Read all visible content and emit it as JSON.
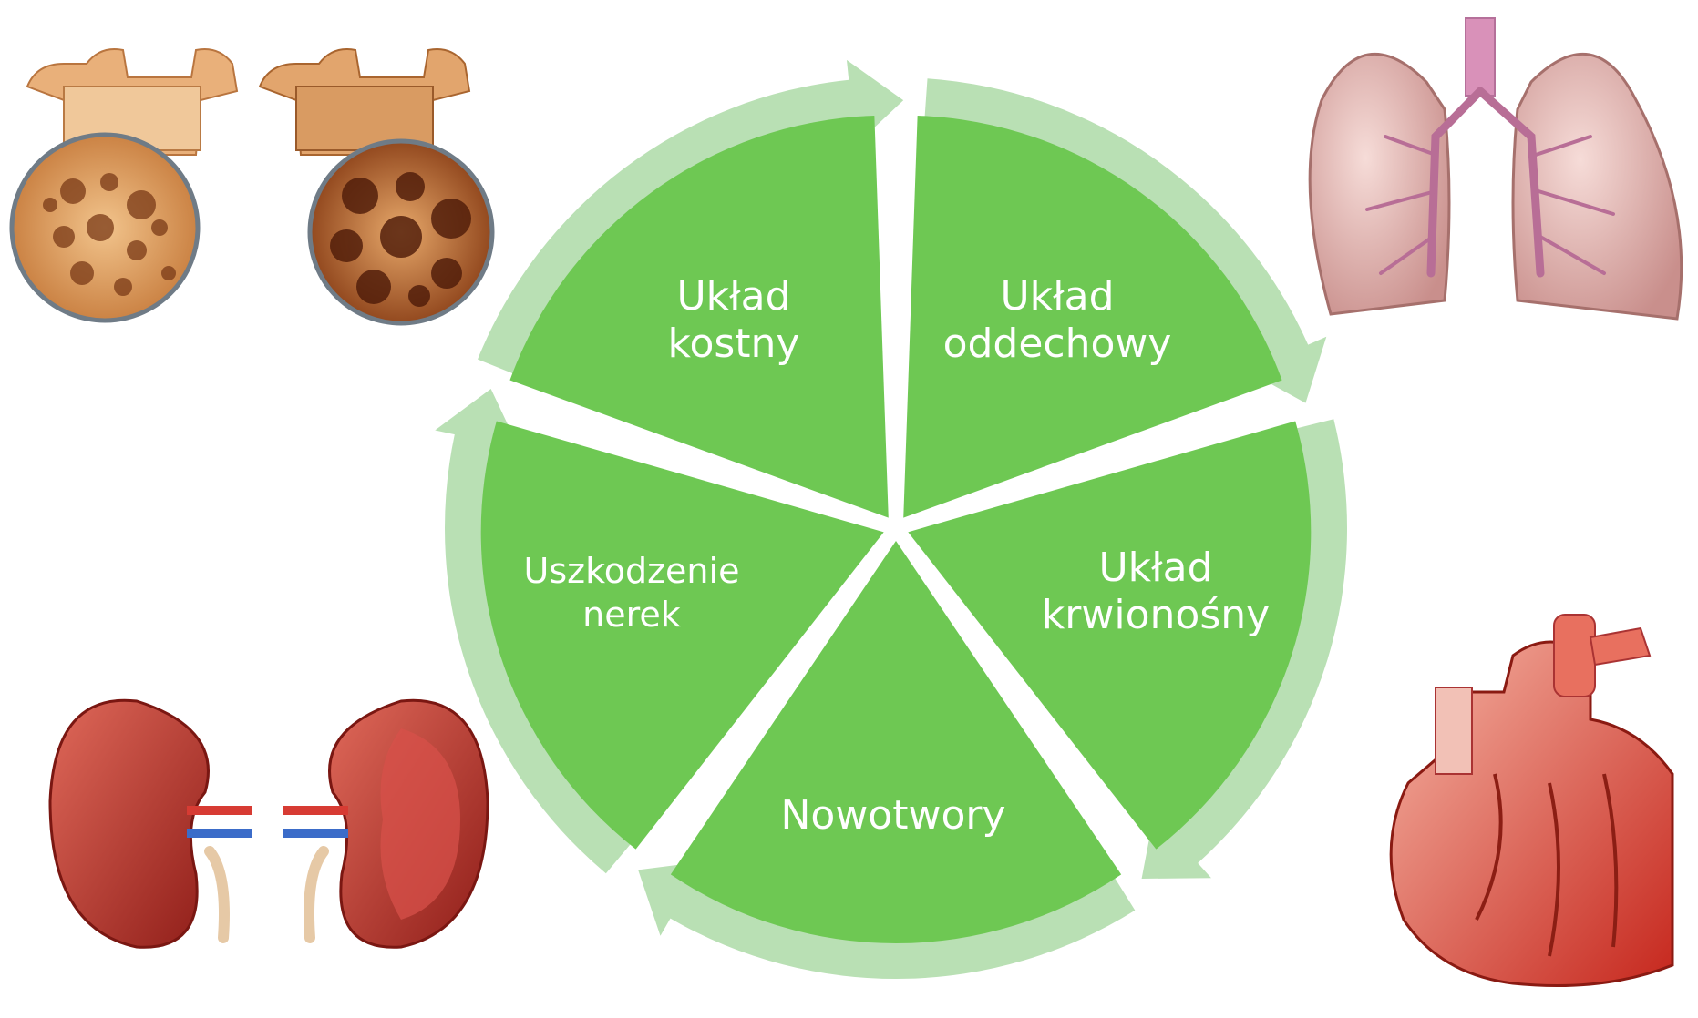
{
  "colors": {
    "segment_fill": "#6ec853",
    "ring_arrow": "#b9e0b4",
    "label_text": "#ffffff"
  },
  "segments": [
    {
      "id": "bone",
      "line1": "Układ",
      "line2": "kostny"
    },
    {
      "id": "respiratory",
      "line1": "Układ",
      "line2": "oddechowy"
    },
    {
      "id": "circulatory",
      "line1": "Układ",
      "line2": "krwionośny"
    },
    {
      "id": "cancer",
      "line1": "Nowotwory",
      "line2": ""
    },
    {
      "id": "kidney",
      "line1": "Uszkodzenie",
      "line2": "nerek"
    }
  ],
  "illustrations": [
    {
      "name": "bone-illustration",
      "icon": "bone-tissue-icon"
    },
    {
      "name": "lungs-illustration",
      "icon": "lungs-icon"
    },
    {
      "name": "kidneys-illustration",
      "icon": "kidney-icon"
    },
    {
      "name": "heart-illustration",
      "icon": "heart-icon"
    }
  ]
}
